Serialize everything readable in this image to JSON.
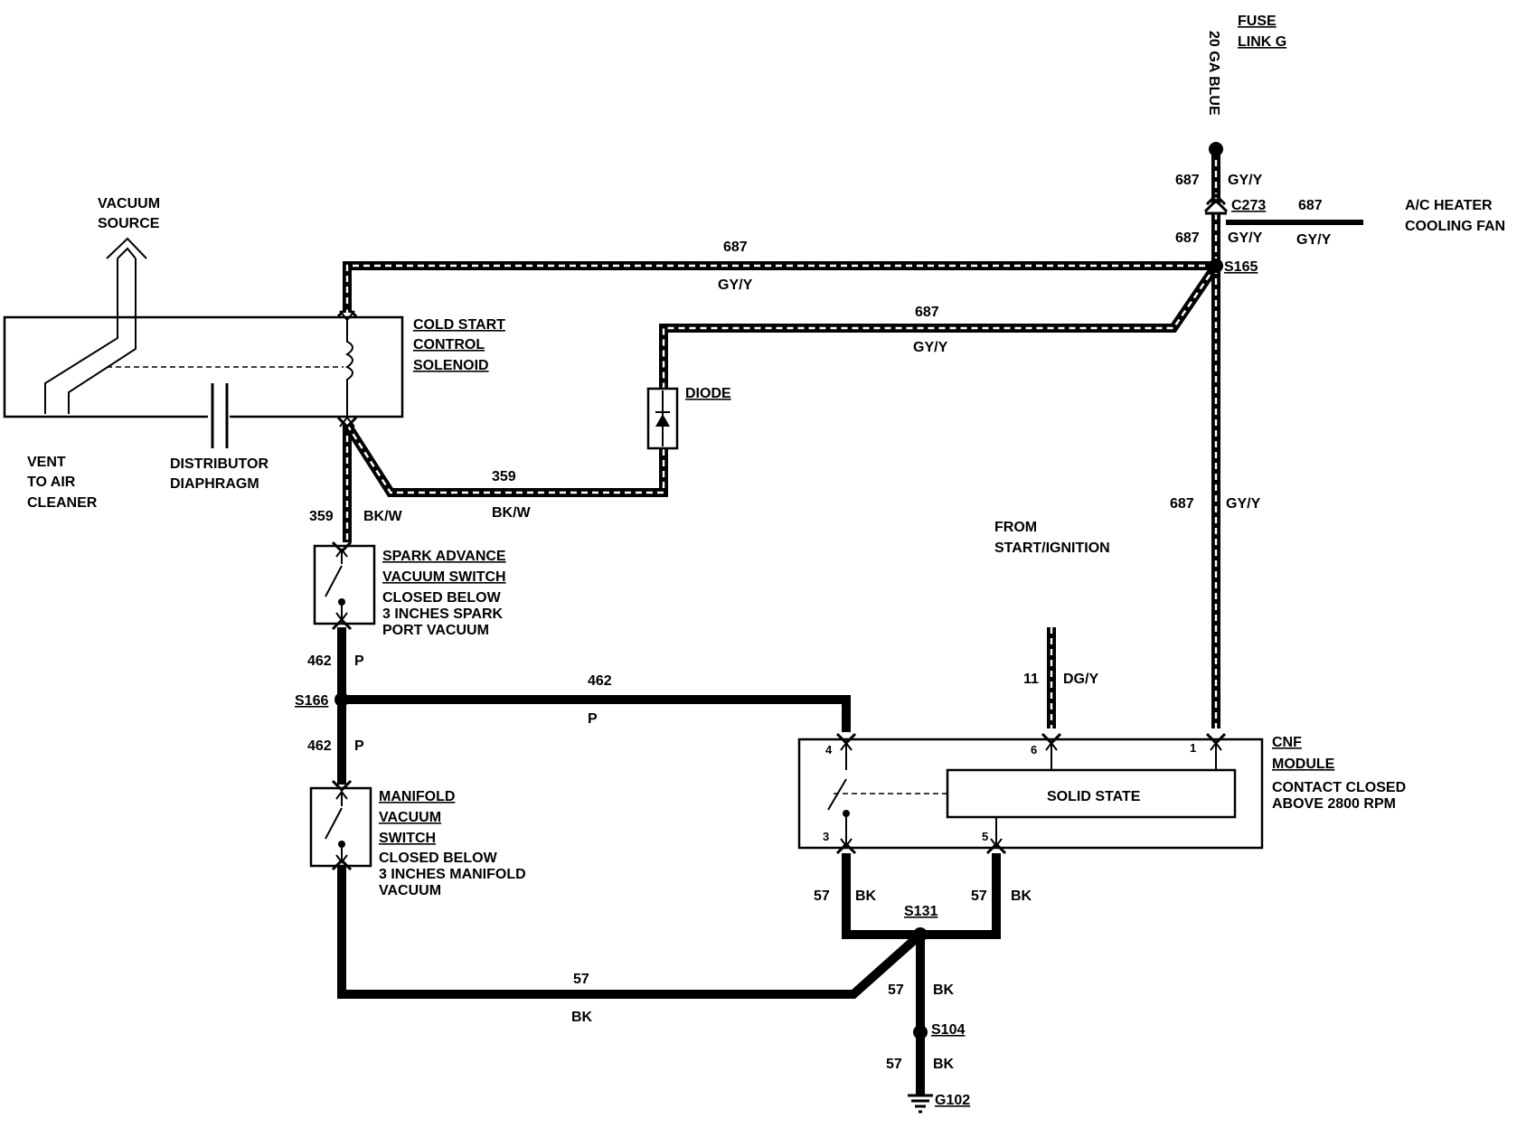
{
  "fuse": {
    "line1": "FUSE",
    "line2": "LINK G",
    "gauge": "20 GA BLUE"
  },
  "vacuum": {
    "source_l1": "VACUUM",
    "source_l2": "SOURCE",
    "vent_l1": "VENT",
    "vent_l2": "TO AIR",
    "vent_l3": "CLEANER",
    "dist_l1": "DISTRIBUTOR",
    "dist_l2": "DIAPHRAGM"
  },
  "components": {
    "cold_start_l1": "COLD START",
    "cold_start_l2": "CONTROL",
    "cold_start_l3": "SOLENOID",
    "diode": "DIODE",
    "spark_l1": "SPARK ADVANCE",
    "spark_l2": "VACUUM SWITCH",
    "spark_l3": "CLOSED BELOW",
    "spark_l4": "3 INCHES SPARK",
    "spark_l5": "PORT VACUUM",
    "manifold_l1": "MANIFOLD",
    "manifold_l2": "VACUUM",
    "manifold_l3": "SWITCH",
    "manifold_l4": "CLOSED BELOW",
    "manifold_l5": "3 INCHES MANIFOLD",
    "manifold_l6": "VACUUM",
    "cnf_l1": "CNF",
    "cnf_l2": "MODULE",
    "cnf_l3": "CONTACT CLOSED",
    "cnf_l4": "ABOVE 2800 RPM",
    "solid_state": "SOLID STATE",
    "from_l1": "FROM",
    "from_l2": "START/IGNITION",
    "ac_l1": "A/C HEATER",
    "ac_l2": "COOLING FAN"
  },
  "splices": {
    "c273": "C273",
    "s165": "S165",
    "s166": "S166",
    "s131": "S131",
    "s104": "S104",
    "g102": "G102"
  },
  "pins": {
    "p4": "4",
    "p3": "3",
    "p6": "6",
    "p1": "1",
    "p5": "5"
  },
  "wires": {
    "c687": "687",
    "gyy": "GY/Y",
    "c359": "359",
    "bkw": "BK/W",
    "c462": "462",
    "p": "P",
    "c57": "57",
    "bk": "BK",
    "c11": "11",
    "dgy": "DG/Y"
  }
}
